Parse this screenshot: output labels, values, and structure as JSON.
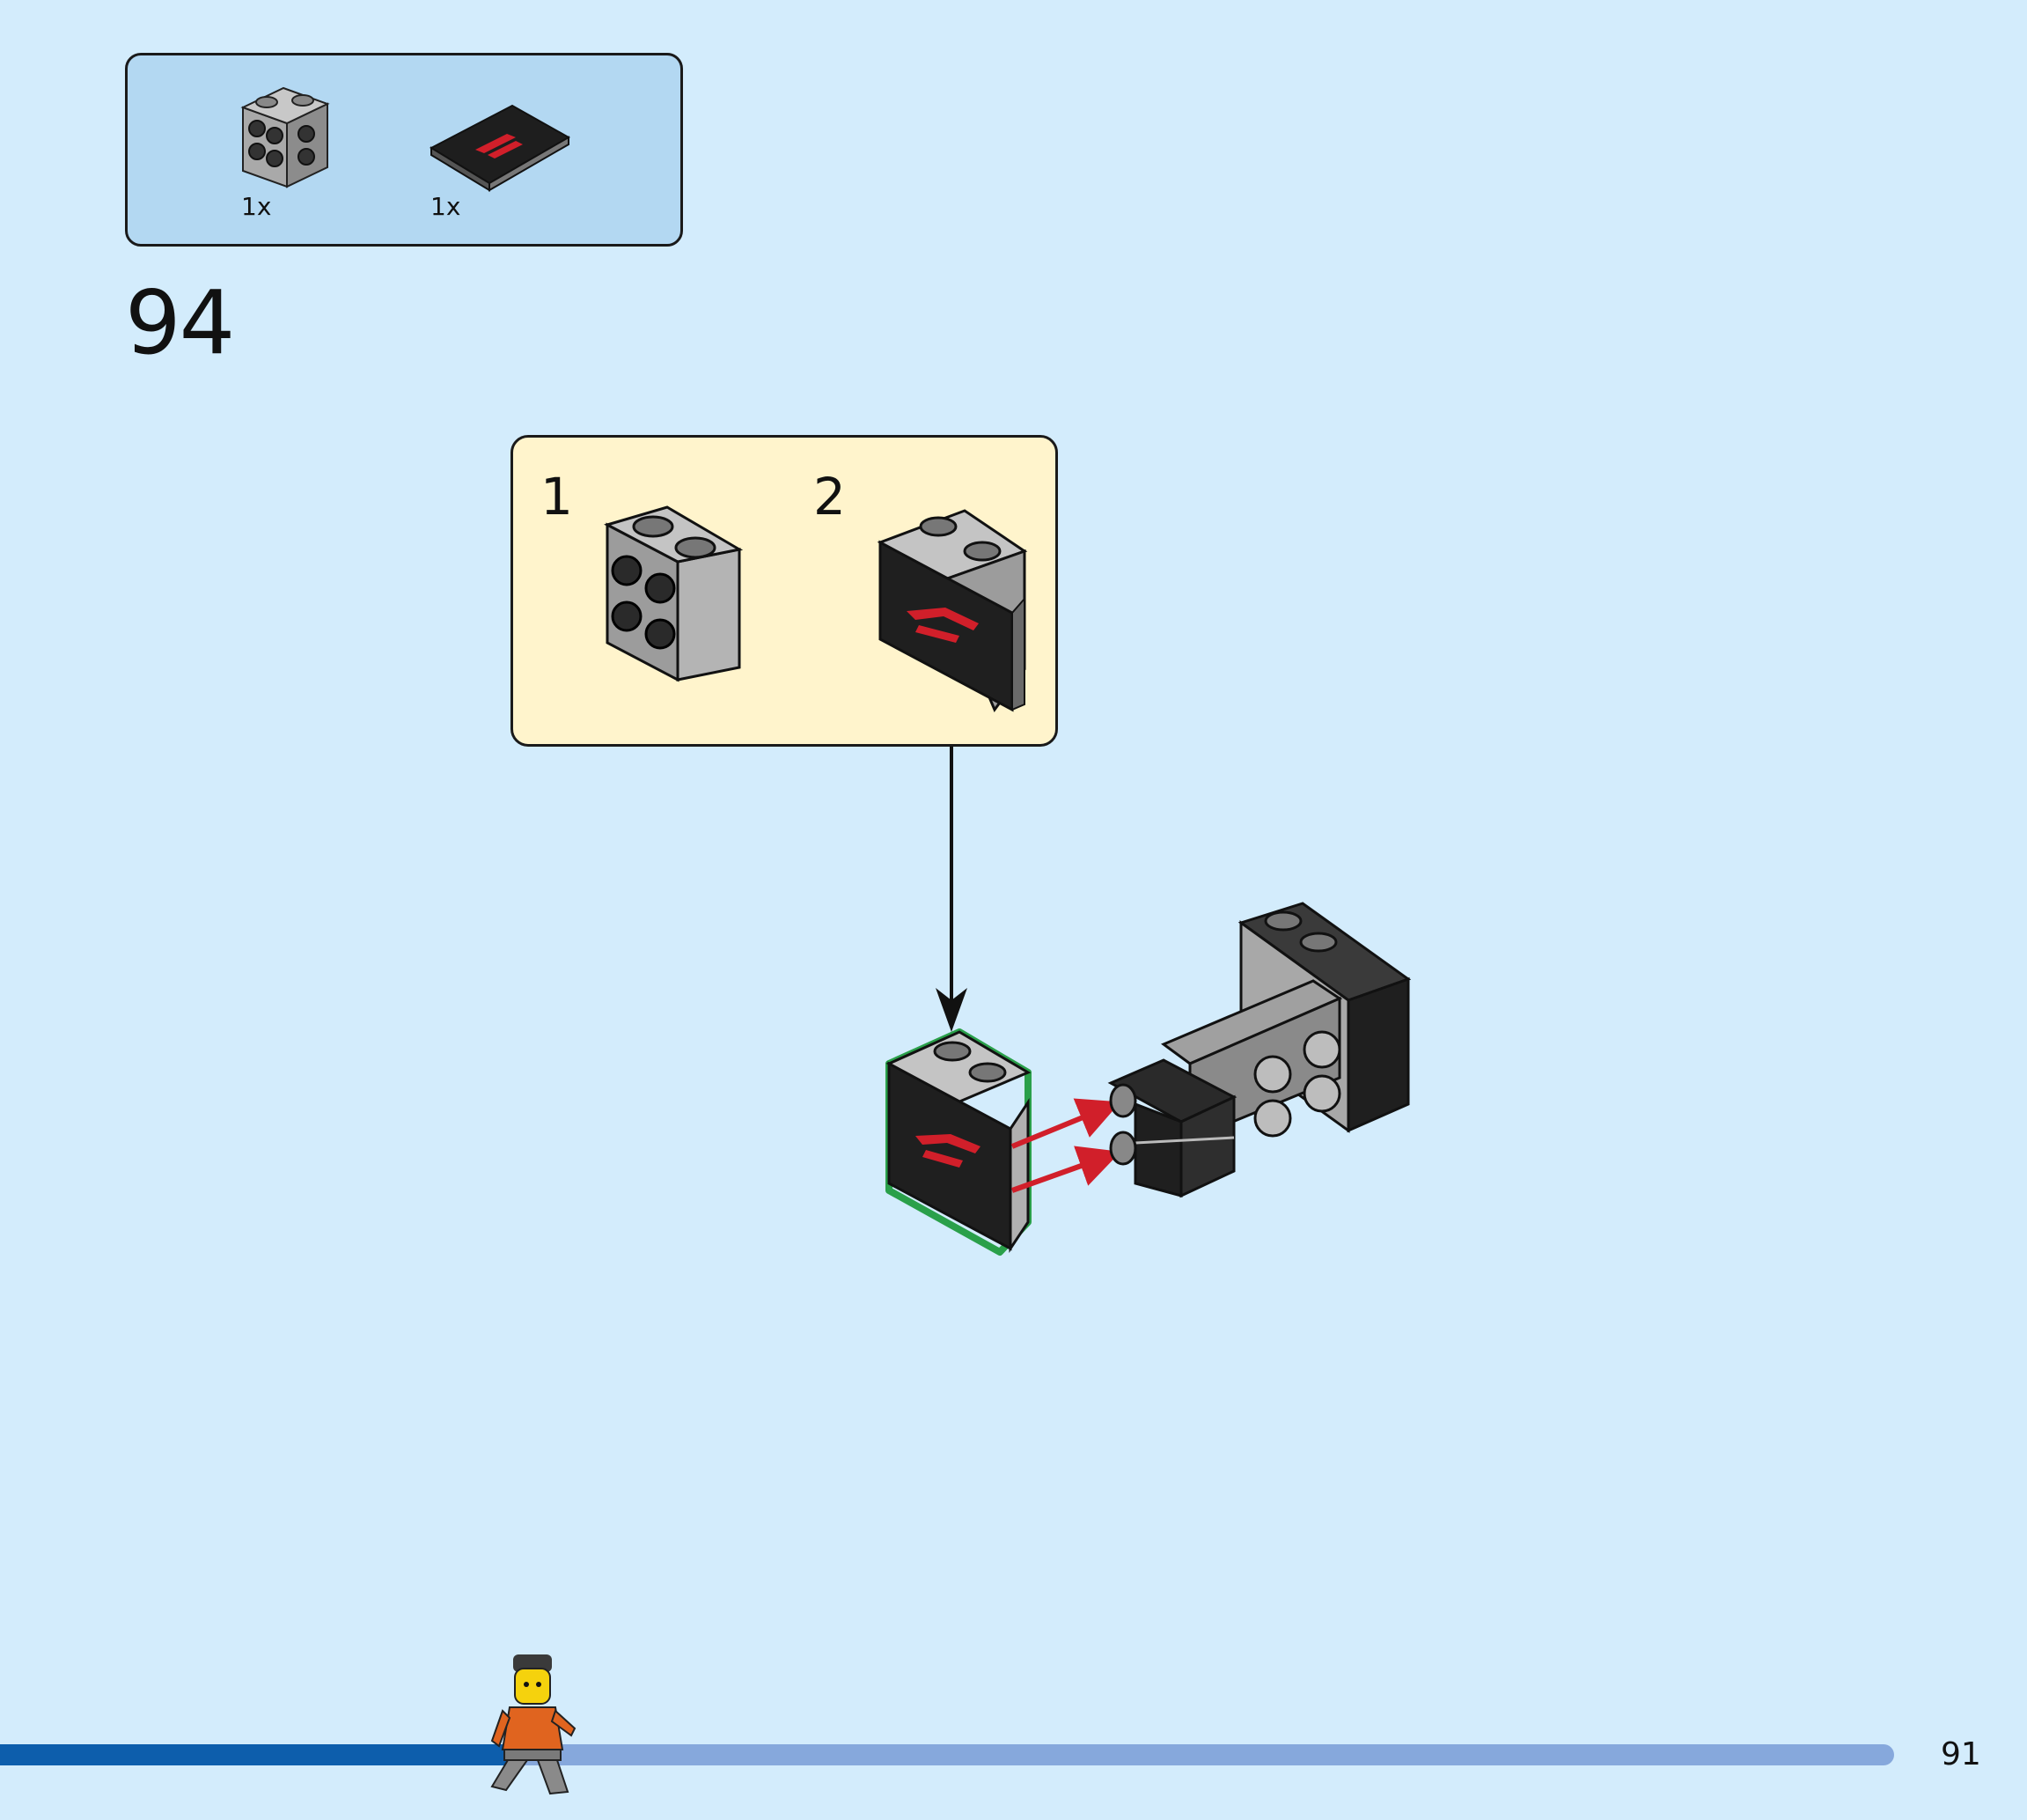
{
  "parts_list": {
    "items": [
      {
        "name": "brick-2x2-with-side-studs",
        "qty": "1x"
      },
      {
        "name": "tile-2x3-f1-logo",
        "qty": "1x"
      }
    ]
  },
  "step": {
    "number": "94"
  },
  "sub_assembly": {
    "steps": [
      {
        "number": "1",
        "part": "brick-2x2-with-side-studs"
      },
      {
        "number": "2",
        "part": "tile-2x3-f1-logo"
      }
    ]
  },
  "progress": {
    "fraction": 0.27
  },
  "page": {
    "number": "91"
  },
  "colors": {
    "background": "#d3ecfc",
    "parts_box": "#b3d8f2",
    "sub_box": "#fff4cc",
    "progress_done": "#0d5eac",
    "progress_remaining": "#86a8dc",
    "logo_red": "#d11f2a",
    "highlight_green": "#2aa04a"
  }
}
